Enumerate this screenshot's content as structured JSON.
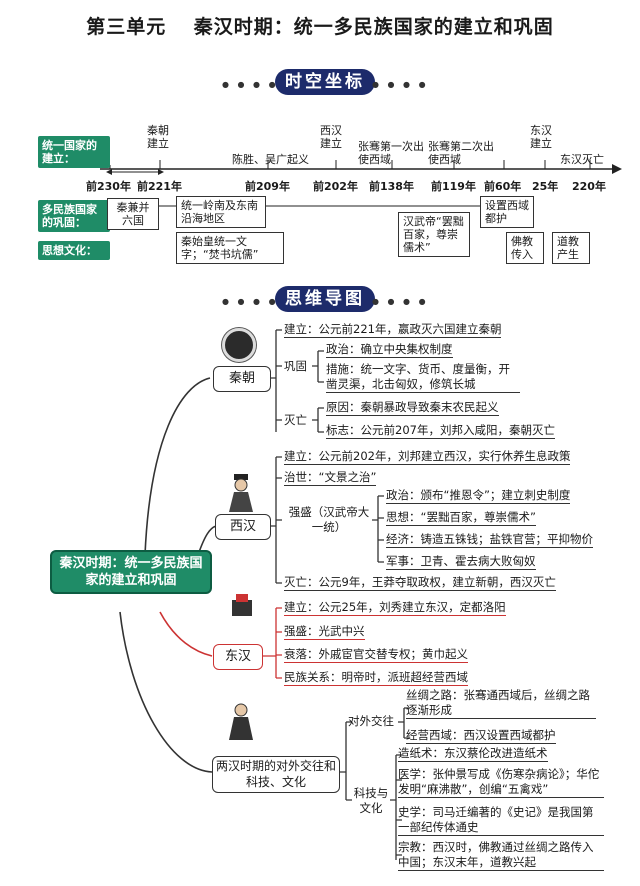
{
  "title": "第三单元　 秦汉时期：统一多民族国家的建立和巩固",
  "sections": {
    "timeline": "时空坐标",
    "mindmap": "思维导图"
  },
  "timeline": {
    "row_labels": [
      "统一国家的建立：",
      "多民族国家的巩固：",
      "思想文化："
    ],
    "years": [
      "前230年",
      "前221年",
      "前209年",
      "前202年",
      "前138年",
      "前119年",
      "前60年",
      "25年",
      "220年"
    ],
    "top_events": [
      "秦朝建立",
      "陈胜、吴广起义",
      "西汉建立",
      "张骞第一次出使西域",
      "张骞第二次出使西域",
      "东汉建立",
      "东汉灭亡"
    ],
    "mid_events": [
      "秦兼并六国",
      "统一岭南及东南沿海地区",
      "汉武帝“罢黜百家，尊崇儒术”",
      "设置西域都护"
    ],
    "bottom_events": [
      "秦始皇统一文字；“焚书坑儒”",
      "佛教传入",
      "道教产生"
    ]
  },
  "mindmap": {
    "root": "秦汉时期：统一多民族国家的建立和巩固",
    "qin": {
      "name": "秦朝",
      "build": "建立：公元前221年，嬴政灭六国建立秦朝",
      "consolidate": "巩固",
      "politics": "政治：确立中央集权制度",
      "measures": "措施：统一文字、货币、度量衡，开凿灵渠，北击匈奴，修筑长城",
      "fall": "灭亡",
      "cause": "原因：秦朝暴政导致秦末农民起义",
      "sign": "标志：公元前207年，刘邦入咸阳，秦朝灭亡"
    },
    "xihan": {
      "name": "西汉",
      "build": "建立：公元前202年，刘邦建立西汉，实行休养生息政策",
      "order": "治世：“文景之治”",
      "strong": "强盛（汉武帝大一统）",
      "politics": "政治：颁布“推恩令”；建立刺史制度",
      "thought": "思想：“罢黜百家，尊崇儒术”",
      "economy": "经济：铸造五铢钱；盐铁官营；平抑物价",
      "military": "军事：卫青、霍去病大败匈奴",
      "fall": "灭亡：公元9年，王莽夺取政权，建立新朝，西汉灭亡"
    },
    "donghan": {
      "name": "东汉",
      "build": "建立：公元25年，刘秀建立东汉，定都洛阳",
      "strong": "强盛：光武中兴",
      "decline": "衰落：外戚宦官交替专权；黄巾起义",
      "ethnic": "民族关系：明帝时，派班超经营西域"
    },
    "culture": {
      "name": "两汉时期的对外交往和科技、文化",
      "foreign": "对外交往",
      "silk": "丝绸之路：张骞通西域后，丝绸之路逐渐形成",
      "western": "经营西域：西汉设置西域都护",
      "scitech": "科技与文化",
      "paper": "造纸术：东汉蔡伦改进造纸术",
      "medicine": "医学：张仲景写成《伤寒杂病论》；华佗发明“麻沸散”，创编“五禽戏”",
      "history": "史学：司马迁编著的《史记》是我国第一部纪传体通史",
      "religion": "宗教：西汉时，佛教通过丝绸之路传入中国；东汉末年，道教兴起"
    }
  }
}
